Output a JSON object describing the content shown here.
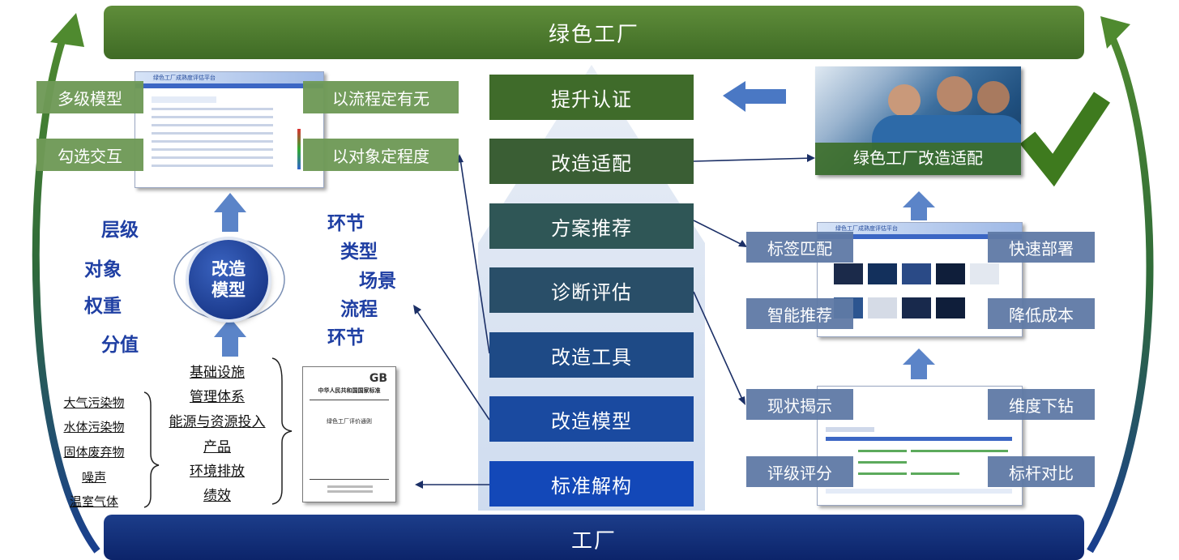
{
  "banners": {
    "top": "绿色工厂",
    "bottom": "工厂"
  },
  "steps": [
    "提升认证",
    "改造适配",
    "方案推荐",
    "诊断评估",
    "改造工具",
    "改造模型",
    "标准解构"
  ],
  "model_center": "改造\n模型",
  "left_labels": {
    "tl": "多级模型",
    "bl": "勾选交互",
    "tr": "以流程定有无",
    "br": "以对象定程度"
  },
  "left_dims": [
    "层级",
    "对象",
    "权重",
    "分值"
  ],
  "right_dims": [
    "环节",
    "类型",
    "场景",
    "流程",
    "环节"
  ],
  "categories": [
    "基础设施",
    "管理体系",
    "能源与资源投入",
    "产品",
    "环境排放",
    "绩效"
  ],
  "pollutants": [
    "大气污染物",
    "水体污染物",
    "固体废弃物",
    "噪声",
    "温室气体"
  ],
  "document": {
    "gb_logo": "GB",
    "title_cn": "中华人民共和国国家标准",
    "doc_title": "绿色工厂评价通则"
  },
  "photo_caption": "绿色工厂改造适配",
  "mid_screen": {
    "tl": "标签匹配",
    "tr": "快速部署",
    "bl": "智能推荐",
    "br": "降低成本"
  },
  "bottom_screen": {
    "tl": "现状揭示",
    "tr": "维度下钻",
    "bl": "评级评分",
    "br": "标杆对比"
  },
  "platform_name": "绿色工厂成熟度评估平台",
  "colors": {
    "green_dark": "#3f6b25",
    "green_label": "#6f9a57",
    "blue_dark": "#0c246a",
    "steps": [
      "#3f6b2a",
      "#3a5e34",
      "#2f5656",
      "#294e68",
      "#1e4a86",
      "#1a4aa0",
      "#1348b8"
    ]
  }
}
